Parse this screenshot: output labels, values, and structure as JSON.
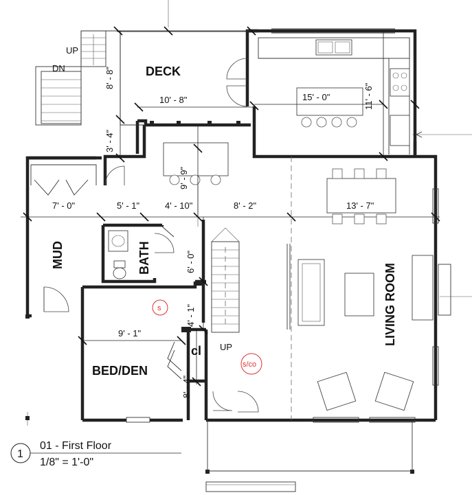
{
  "rooms": {
    "deck": "DECK",
    "mud": "MUD",
    "bath": "BATH",
    "bed_den": "BED/DEN",
    "living_room": "LIVING ROOM",
    "closet": "cl"
  },
  "stairs": {
    "up_top": "UP",
    "dn_top": "DN",
    "up_main": "UP"
  },
  "dimensions": {
    "deck_height": "8' - 8\"",
    "deck_width": "10' - 8\"",
    "kitchen_width": "15' - 0\"",
    "kitchen_depth": "11' - 6\"",
    "entry_step": "3' - 4\"",
    "dining_nook": "9' - 9\"",
    "mud_width": "7' - 0\"",
    "hall_a": "5' - 1\"",
    "hall_b": "4' - 10\"",
    "hall_c": "8' - 2\"",
    "living_width": "13' - 7\"",
    "bath_depth": "6' - 0\"",
    "hall_gap": "4' - 1\"",
    "bed_width": "9' - 1\"",
    "bed_closet": "8' - 4\""
  },
  "markers": {
    "smoke": "s",
    "smoke_co": "s/co"
  },
  "drawing_title": {
    "number": "1",
    "name": "01 - First Floor",
    "scale": "1/8\" = 1'-0\""
  }
}
